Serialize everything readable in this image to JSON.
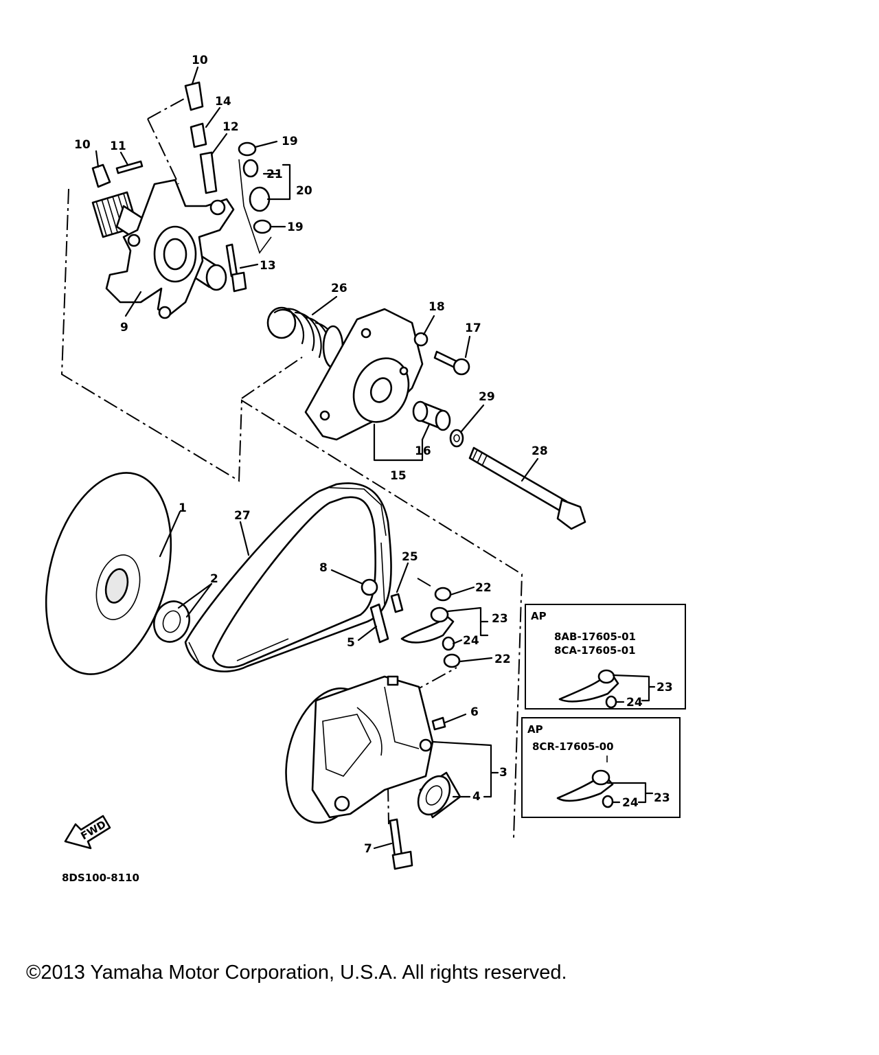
{
  "diagram": {
    "part_code": "8DS100-8110",
    "fwd_label": "FWD",
    "callouts": {
      "c1": "1",
      "c2": "2",
      "c3": "3",
      "c4": "4",
      "c5": "5",
      "c6": "6",
      "c7": "7",
      "c8": "8",
      "c9": "9",
      "c10a": "10",
      "c10b": "10",
      "c11": "11",
      "c12": "12",
      "c13": "13",
      "c14": "14",
      "c15": "15",
      "c16": "16",
      "c17": "17",
      "c18": "18",
      "c19a": "19",
      "c19b": "19",
      "c20": "20",
      "c21": "21",
      "c22a": "22",
      "c22b": "22",
      "c23": "23",
      "c24": "24",
      "c25": "25",
      "c26": "26",
      "c27": "27",
      "c28": "28",
      "c29": "29"
    },
    "ap_box_1": {
      "title": "AP",
      "part_numbers": [
        "8AB-17605-01",
        "8CA-17605-01"
      ],
      "label_23": "23",
      "label_24": "24"
    },
    "ap_box_2": {
      "title": "AP",
      "part_numbers": [
        "8CR-17605-00"
      ],
      "label_23": "23",
      "label_24": "24"
    }
  },
  "footer": {
    "copyright": "©2013 Yamaha Motor Corporation, U.S.A. All rights reserved."
  }
}
